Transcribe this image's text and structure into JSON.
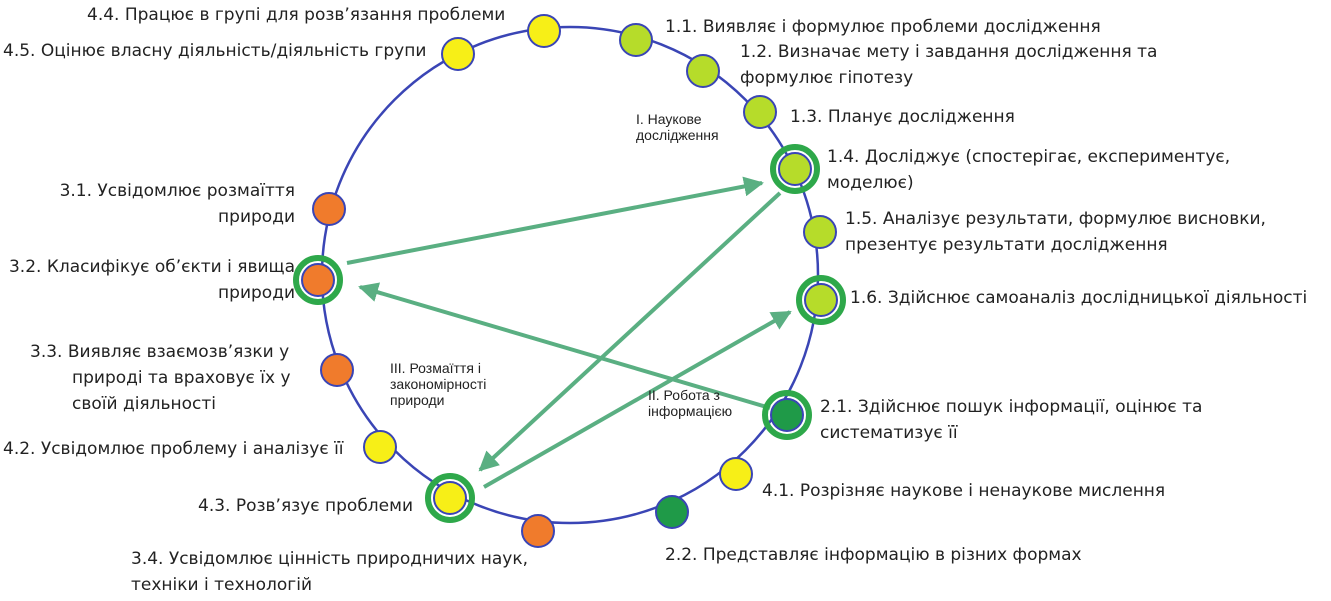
{
  "groups": {
    "g1": [
      "I. Наукове",
      "дослідження"
    ],
    "g2": [
      "II. Робота з",
      "інформацією"
    ],
    "g3": [
      "III. Розмаїття і",
      "закономірності",
      "природи"
    ]
  },
  "nodes": {
    "n1_1": [
      "1.1. Виявляє і формулює проблеми дослідження"
    ],
    "n1_2": [
      "1.2. Визначає мету і завдання дослідження та",
      "формулює гіпотезу"
    ],
    "n1_3": [
      "1.3. Планує дослідження"
    ],
    "n1_4": [
      "1.4. Досліджує (спостерігає, експериментує,",
      "моделює)"
    ],
    "n1_5": [
      "1.5. Аналізує результати, формулює висновки,",
      "презентує результати дослідження"
    ],
    "n1_6": [
      "1.6. Здійснює самоаналіз дослідницької діяльності"
    ],
    "n2_1": [
      "2.1. Здійснює пошук інформації, оцінює та",
      "систематизує її"
    ],
    "n2_2": [
      "2.2. Представляє інформацію в різних формах"
    ],
    "n3_1": [
      "3.1. Усвідомлює розмаїття",
      "природи"
    ],
    "n3_2": [
      "3.2. Класифікує об’єкти і явища",
      "природи"
    ],
    "n3_3": [
      "3.3. Виявляє взаємозв’язки у",
      "природі та  враховує їх у",
      "своїй діяльності"
    ],
    "n3_4": [
      "3.4. Усвідомлює цінність природничих наук,",
      "техніки і технологій"
    ],
    "n4_1": [
      "4.1. Розрізняє наукове і ненаукове мислення"
    ],
    "n4_2": [
      "4.2. Усвідомлює проблему і аналізує її"
    ],
    "n4_3": [
      "4.3. Розв’язує проблеми"
    ],
    "n4_4": [
      "4.4. Працює в групі для  розв’язання проблеми"
    ],
    "n4_5": [
      "4.5. Оцінює власну діяльність/діяльність групи"
    ]
  },
  "colors": {
    "ring": "#3a45b5",
    "highlight": "#2ea84a",
    "arrow": "#5aaf82",
    "group1_fill": "#b6dc2a",
    "group2_fill": "#1f9a48",
    "group3_fill": "#f07b2c",
    "group4_fill": "#f7ef17"
  }
}
